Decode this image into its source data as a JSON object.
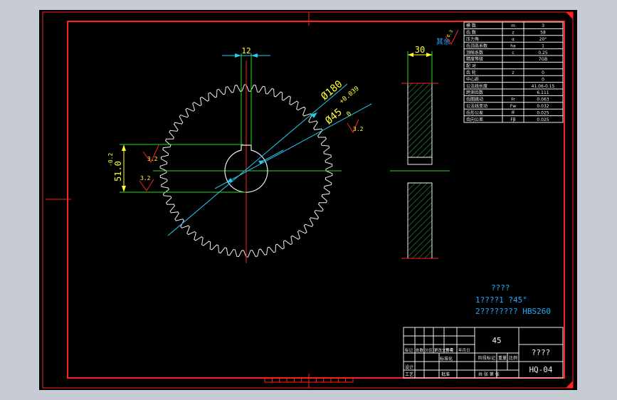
{
  "colors": {
    "background": "#000000",
    "frame": "#ff2020",
    "dimension": "#ffff33",
    "centerline": "#22dd22",
    "leader": "#22ccee",
    "note": "#22aaff",
    "gear_outline": "#f0f0f0",
    "hatch": "#2a8a3a"
  },
  "drawing": {
    "dim_keyway_width": "12",
    "dim_outer_dia": "Ø180",
    "dim_bore_dia": "Ø45",
    "bore_tol_upper": "+0.039",
    "bore_tol_lower": "0",
    "dim_hub_height": "51.0",
    "hub_tol": "-0.2",
    "roughness_a": "3.2",
    "roughness_b": "3.2",
    "roughness_c": "3.2",
    "dim_face_width": "30",
    "rest_symbol_label": "其余",
    "rest_symbol_value": "6.3"
  },
  "notes": {
    "title": "????",
    "line1": "1????1 ?45°",
    "line2": "2????????  HBS260"
  },
  "param_table": {
    "rows": [
      {
        "name": "模  数",
        "sym": "m",
        "val": "3"
      },
      {
        "name": "齿  数",
        "sym": "z",
        "val": "58"
      },
      {
        "name": "压力角",
        "sym": "α",
        "val": "20°"
      },
      {
        "name": "齿顶高系数",
        "sym": "ha",
        "val": "1"
      },
      {
        "name": "顶隙系数",
        "sym": "c",
        "val": "0.25"
      },
      {
        "name": "精度等级",
        "sym": "",
        "val": "7GB"
      },
      {
        "name": "配  对",
        "sym": "",
        "val": ""
      },
      {
        "name": "齿  轮",
        "sym": "z",
        "val": "0"
      },
      {
        "name": "中心距",
        "sym": "",
        "val": "0"
      },
      {
        "name": "公法线长度",
        "sym": "",
        "val": "41.06-0.15"
      },
      {
        "name": "跨测齿数",
        "sym": "",
        "val": "6.111"
      },
      {
        "name": "齿圈跳动",
        "sym": "Fr",
        "val": "0.063"
      },
      {
        "name": "公法线变动",
        "sym": "Fw",
        "val": "0.032"
      },
      {
        "name": "齿形公差",
        "sym": "ff",
        "val": "0.025"
      },
      {
        "name": "齿向公差",
        "sym": "Fβ",
        "val": "0.025"
      }
    ]
  },
  "title_block": {
    "material": "45",
    "part_name": "????",
    "drawing_no": "HQ-04",
    "row_labels": [
      "标记",
      "处数",
      "分区",
      "更改文件号",
      "签名",
      "年月日"
    ],
    "design": "设计",
    "process": "工艺",
    "standardize": "标准化",
    "approve": "批准",
    "stage_mark": "阶段标记",
    "weight": "重量",
    "scale": "比例",
    "sheet": "共  张  第  张"
  }
}
